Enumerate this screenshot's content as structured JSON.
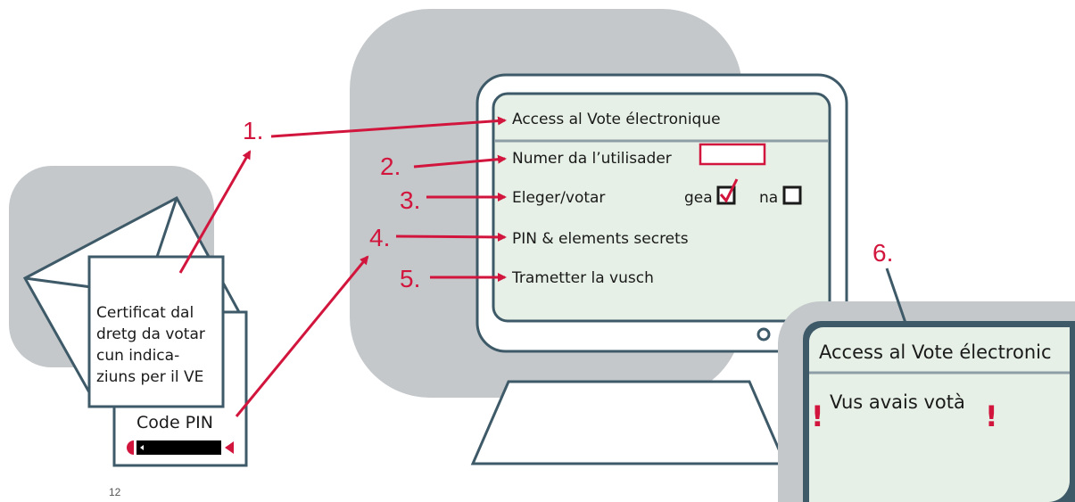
{
  "steps": {
    "s1": "1.",
    "s2": "2.",
    "s3": "3.",
    "s4": "4.",
    "s5": "5.",
    "s6": "6."
  },
  "screen": {
    "title": "Access al Vote électronique",
    "username_label": "Numer da l’utilisader",
    "vote_label": "Eleger/votar",
    "yes_label": "gea",
    "no_label": "na",
    "pin_label": "PIN & elements secrets",
    "submit_label": "Trametter la vusch"
  },
  "certificate": {
    "lines": [
      "Certificat dal",
      "dretg da votar",
      "cun indica-",
      "ziuns per il VE"
    ]
  },
  "pin_card": {
    "label": "Code PIN"
  },
  "confirmation": {
    "title": "Access al Vote électronic",
    "message": "Vus avais votà",
    "mark": "!"
  },
  "page_number": "12",
  "colors": {
    "accent": "#d2153d",
    "frame": "#3e5a68",
    "screen_bg": "#e6f0e6",
    "backdrop": "#c4c8ca"
  }
}
